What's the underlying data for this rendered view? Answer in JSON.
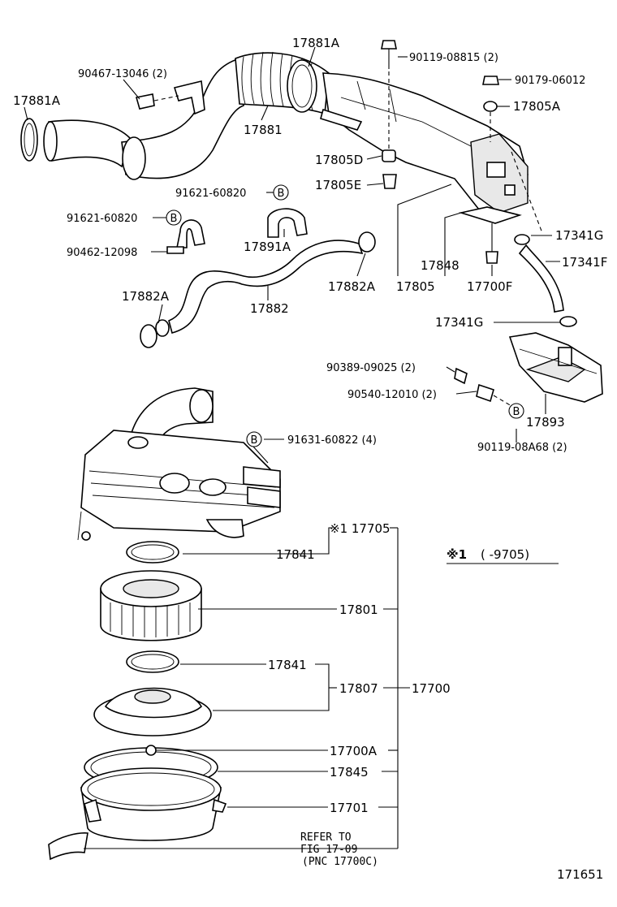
{
  "labels": {
    "p17881A_top": "17881A",
    "p17881A_left": "17881A",
    "p90467": "90467-13046 (2)",
    "p90119_08815": "90119-08815 (2)",
    "p90179": "90179-06012",
    "p17805A": "17805A",
    "p17881": "17881",
    "p17805D": "17805D",
    "p17805E": "17805E",
    "p91621_a": "91621-60820",
    "p91621_b": "91621-60820",
    "p90462": "90462-12098",
    "p17891A": "17891A",
    "p17848": "17848",
    "p17805": "17805",
    "p17700F": "17700F",
    "p17341G_a": "17341G",
    "p17341F": "17341F",
    "p17341G_b": "17341G",
    "p17882A_left": "17882A",
    "p17882": "17882",
    "p17882A_right": "17882A",
    "p90389": "90389-09025 (2)",
    "p90540": "90540-12010 (2)",
    "p17893": "17893",
    "p90119_08A68": "90119-08A68 (2)",
    "p91631": "91631-60822 (4)",
    "p17705": "※1 17705",
    "p17841_a": "17841",
    "p17801": "17801",
    "p17841_b": "17841",
    "p17807": "17807",
    "p17700": "17700",
    "p17700A": "17700A",
    "p17845": "17845",
    "p17701": "17701"
  },
  "refs": {
    "b1": "B",
    "b2": "B",
    "b3": "B",
    "b4": "B"
  },
  "note": {
    "star": "※1",
    "range": "(      -9705)"
  },
  "refer": {
    "line1": "REFER TO",
    "line2": "FIG 17-09",
    "line3": "(PNC 17700C)"
  },
  "figure_number": "171651"
}
